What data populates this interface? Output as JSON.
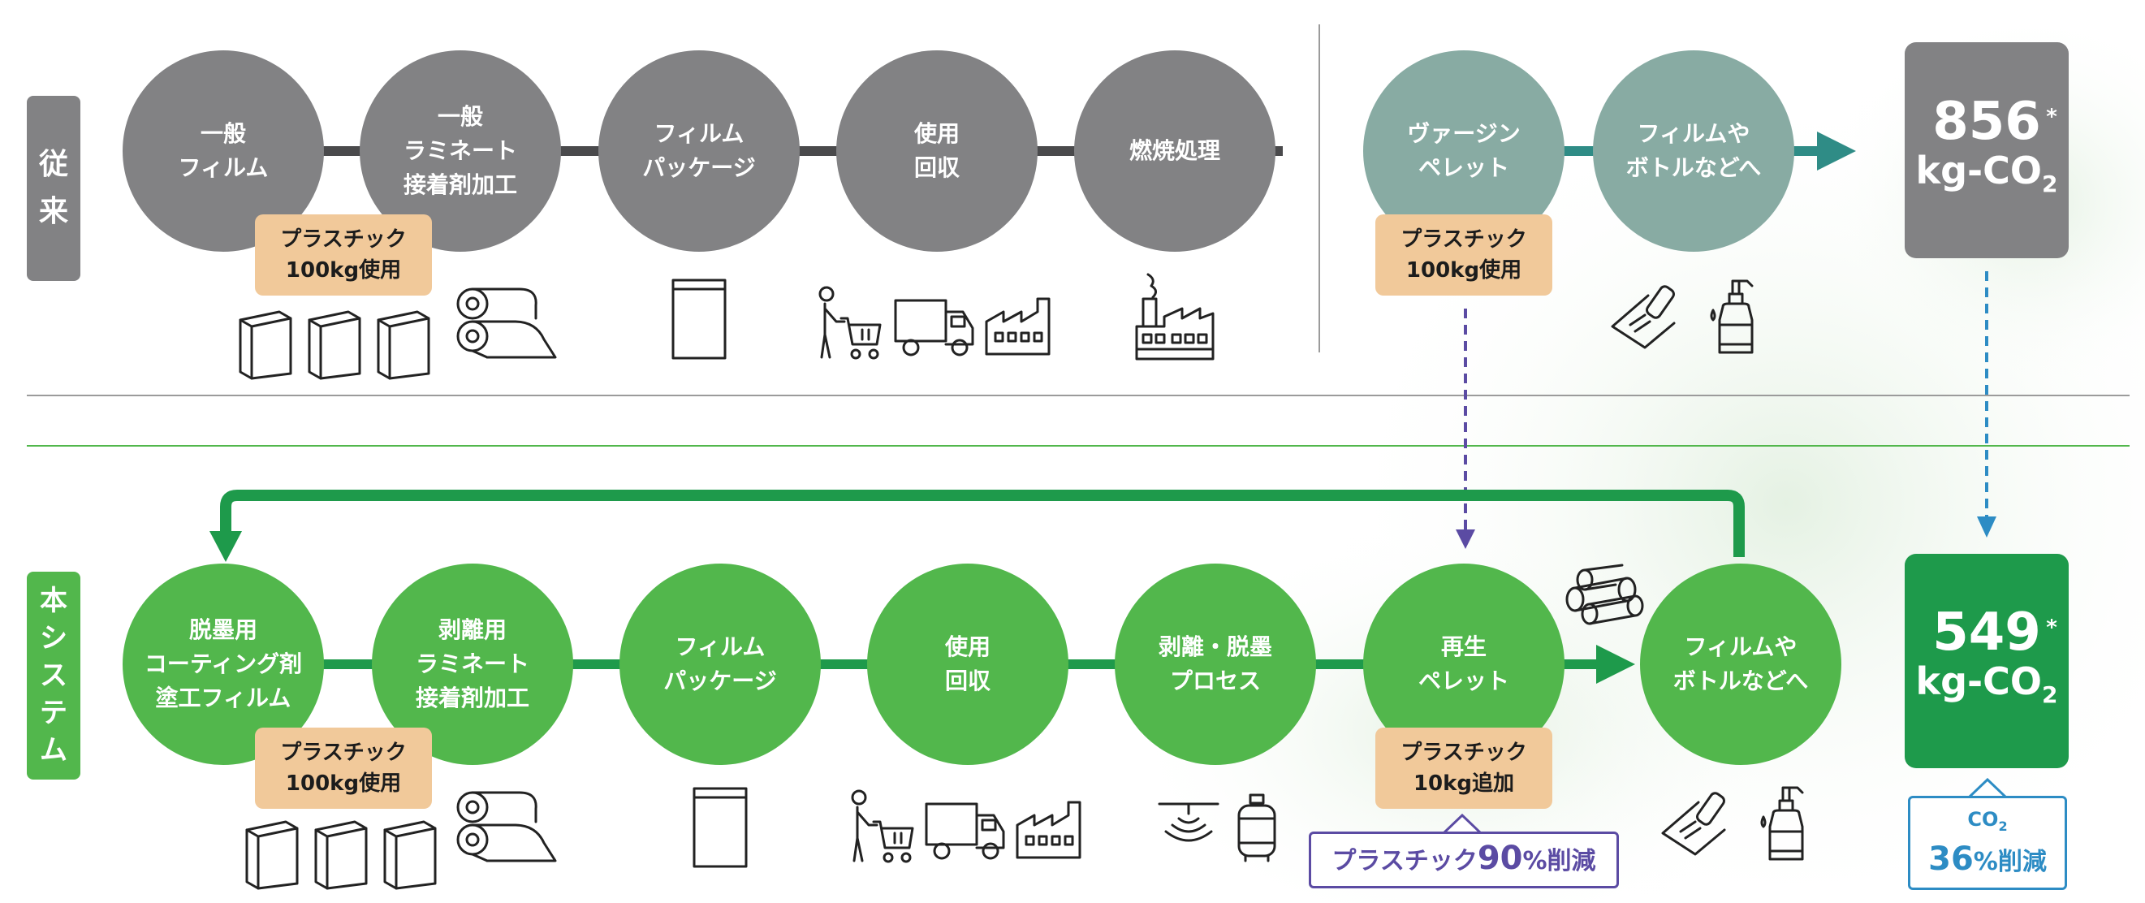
{
  "colors": {
    "gray": "#828284",
    "teal": "#88ABA3",
    "teal_dark": "#2F8C86",
    "green": "#52B74C",
    "green_dark": "#1E9A4B",
    "tag": "#F1C99A",
    "purple": "#5B4BA3",
    "blue": "#2D8CC4"
  },
  "conventional": {
    "label_chars": [
      "従",
      "来"
    ],
    "steps": [
      "一般\nフィルム",
      "一般\nラミネート\n接着剤加工",
      "フィルム\nパッケージ",
      "使用\n回収",
      "燃焼処理"
    ],
    "tag": "プラスチック\n100kg使用",
    "virgin_steps": [
      "ヴァージン\nペレット",
      "フィルムや\nボトルなどへ"
    ],
    "virgin_tag": "プラスチック\n100kg使用",
    "co2_value": "856",
    "co2_mark": "*",
    "co2_unit": "kg-CO",
    "co2_sub": "2",
    "icons": [
      "box-icon",
      "box-icon",
      "box-icon",
      "film-roll-icon",
      "package-bag-icon",
      "person-cart-icon",
      "truck-icon",
      "factory-icon",
      "incinerator-icon",
      "film-sheet-icon",
      "pump-bottle-icon"
    ]
  },
  "new_system": {
    "label_chars": [
      "本",
      "シ",
      "ス",
      "テ",
      "ム"
    ],
    "steps": [
      "脱墨用\nコーティング剤\n塗工フィルム",
      "剥離用\nラミネート\n接着剤加工",
      "フィルム\nパッケージ",
      "使用\n回収",
      "剥離・脱墨\nプロセス",
      "再生\nペレット",
      "フィルムや\nボトルなどへ"
    ],
    "tag": "プラスチック\n100kg使用",
    "pellet_tag": "プラスチック\n10kg追加",
    "reduction_prefix": "プラスチック",
    "reduction_value": "90",
    "reduction_suffix": "%削減",
    "co2_value": "549",
    "co2_mark": "*",
    "co2_unit": "kg-CO",
    "co2_sub": "2",
    "co2_callout_top": "CO",
    "co2_callout_top_sub": "2",
    "co2_callout_value": "36",
    "co2_callout_suffix": "%削減"
  }
}
